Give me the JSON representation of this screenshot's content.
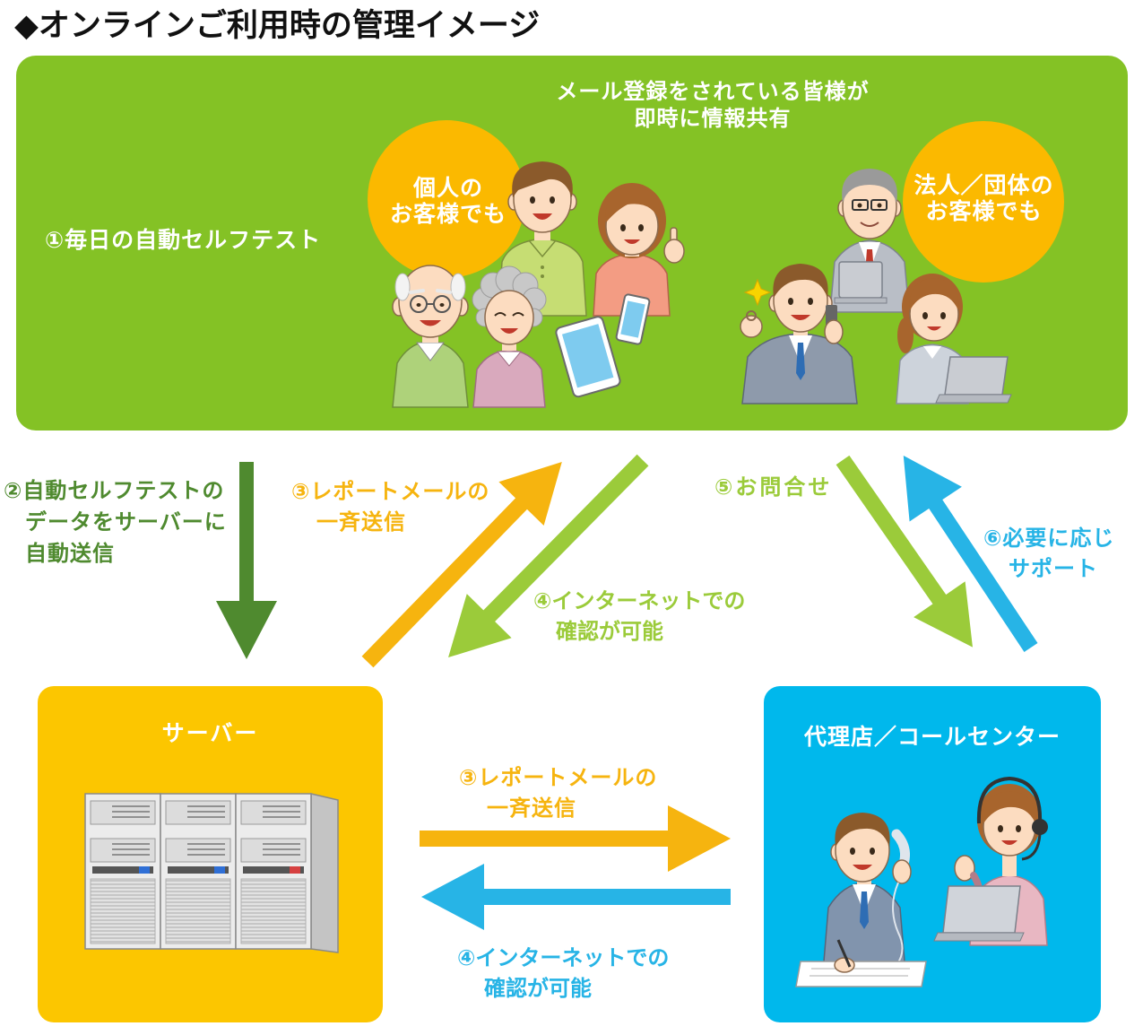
{
  "title": "◆オンラインご利用時の管理イメージ",
  "users_panel": {
    "header": [
      "メール登録をされている皆様が",
      "即時に情報共有"
    ],
    "step1": "①毎日の自動セルフテスト",
    "individual_badge": [
      "個人の",
      "お客様でも"
    ],
    "corporate_badge": [
      "法人／団体の",
      "お客様でも"
    ]
  },
  "flows": {
    "self_test_upload": [
      "②自動セルフテストの",
      "データをサーバーに",
      "自動送信"
    ],
    "report_mail_to_users": [
      "③レポートメールの",
      "一斉送信"
    ],
    "users_internet_check": [
      "④インターネットでの",
      "確認が可能"
    ],
    "inquiry": "⑤お問合せ",
    "support": [
      "⑥必要に応じ",
      "サポート"
    ],
    "report_mail_to_agency": [
      "③レポートメールの",
      "一斉送信"
    ],
    "agency_internet_check": [
      "④インターネットでの",
      "確認が可能"
    ]
  },
  "server_panel": {
    "label": "サーバー"
  },
  "agency_panel": {
    "label": "代理店／コールセンター"
  },
  "colors": {
    "users_panel": "#84c225",
    "server_panel": "#fcc600",
    "agency_panel": "#00b8ec",
    "badge": "#fbb900",
    "upload_arrow": "#4f8a2f",
    "report_arrow": "#f6b40f",
    "user_arrow": "#9bcb3a",
    "agency_arrow": "#27b4e6"
  }
}
